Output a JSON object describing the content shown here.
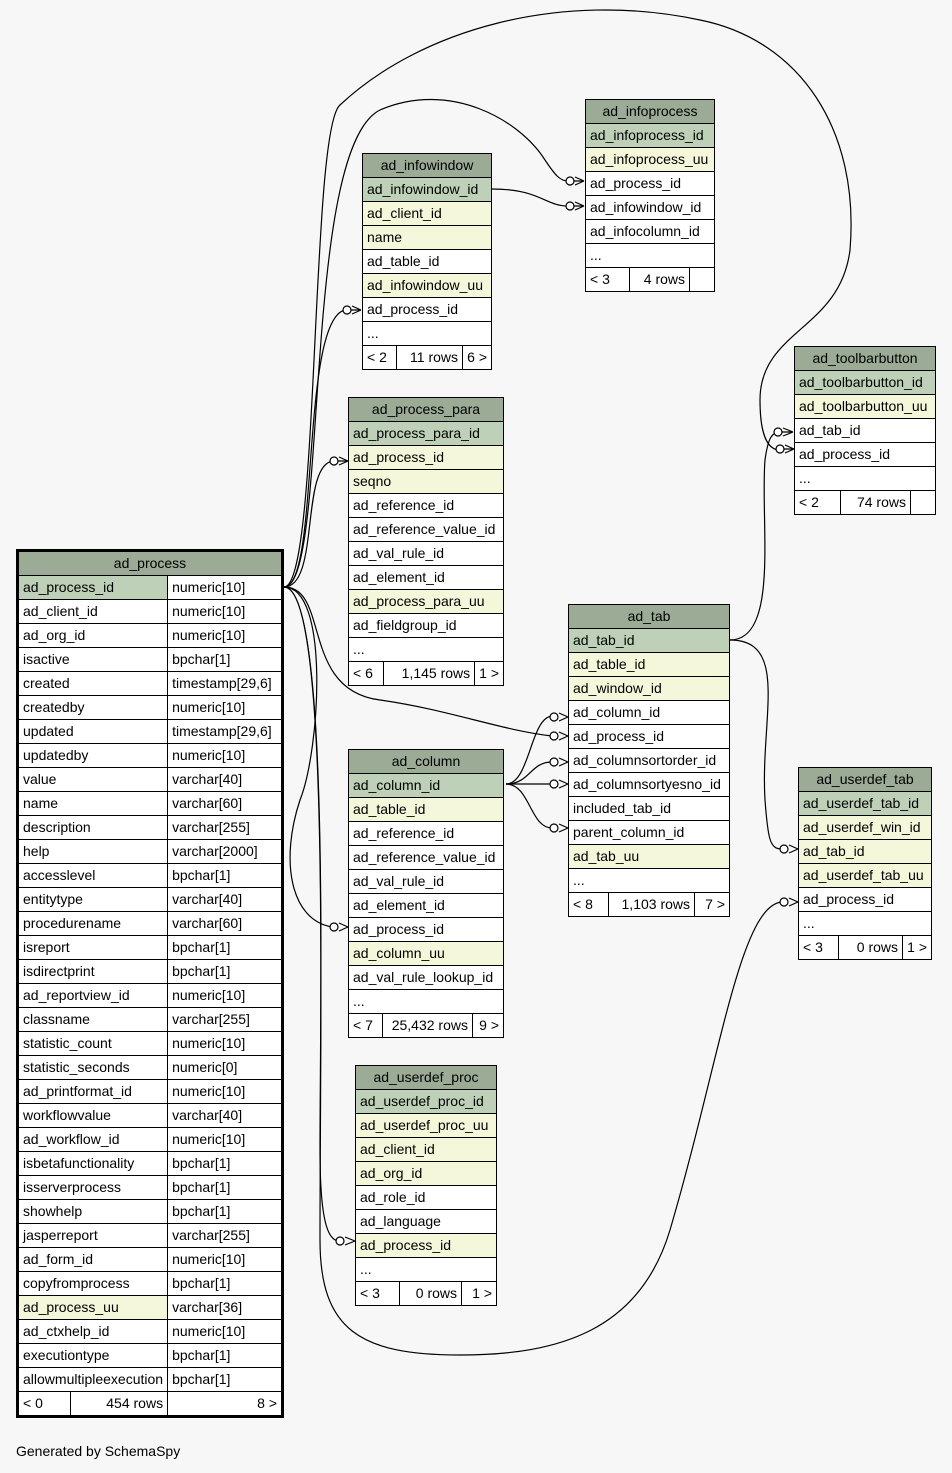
{
  "diagram": {
    "footer": "Generated by SchemaSpy",
    "tables": {
      "ad_process": {
        "name": "ad_process",
        "columns": [
          {
            "name": "ad_process_id",
            "type": "numeric[10]",
            "kind": "pk"
          },
          {
            "name": "ad_client_id",
            "type": "numeric[10]",
            "kind": "plain"
          },
          {
            "name": "ad_org_id",
            "type": "numeric[10]",
            "kind": "plain"
          },
          {
            "name": "isactive",
            "type": "bpchar[1]",
            "kind": "plain"
          },
          {
            "name": "created",
            "type": "timestamp[29,6]",
            "kind": "plain"
          },
          {
            "name": "createdby",
            "type": "numeric[10]",
            "kind": "plain"
          },
          {
            "name": "updated",
            "type": "timestamp[29,6]",
            "kind": "plain"
          },
          {
            "name": "updatedby",
            "type": "numeric[10]",
            "kind": "plain"
          },
          {
            "name": "value",
            "type": "varchar[40]",
            "kind": "plain"
          },
          {
            "name": "name",
            "type": "varchar[60]",
            "kind": "plain"
          },
          {
            "name": "description",
            "type": "varchar[255]",
            "kind": "plain"
          },
          {
            "name": "help",
            "type": "varchar[2000]",
            "kind": "plain"
          },
          {
            "name": "accesslevel",
            "type": "bpchar[1]",
            "kind": "plain"
          },
          {
            "name": "entitytype",
            "type": "varchar[40]",
            "kind": "plain"
          },
          {
            "name": "procedurename",
            "type": "varchar[60]",
            "kind": "plain"
          },
          {
            "name": "isreport",
            "type": "bpchar[1]",
            "kind": "plain"
          },
          {
            "name": "isdirectprint",
            "type": "bpchar[1]",
            "kind": "plain"
          },
          {
            "name": "ad_reportview_id",
            "type": "numeric[10]",
            "kind": "plain"
          },
          {
            "name": "classname",
            "type": "varchar[255]",
            "kind": "plain"
          },
          {
            "name": "statistic_count",
            "type": "numeric[10]",
            "kind": "plain"
          },
          {
            "name": "statistic_seconds",
            "type": "numeric[0]",
            "kind": "plain"
          },
          {
            "name": "ad_printformat_id",
            "type": "numeric[10]",
            "kind": "plain"
          },
          {
            "name": "workflowvalue",
            "type": "varchar[40]",
            "kind": "plain"
          },
          {
            "name": "ad_workflow_id",
            "type": "numeric[10]",
            "kind": "plain"
          },
          {
            "name": "isbetafunctionality",
            "type": "bpchar[1]",
            "kind": "plain"
          },
          {
            "name": "isserverprocess",
            "type": "bpchar[1]",
            "kind": "plain"
          },
          {
            "name": "showhelp",
            "type": "bpchar[1]",
            "kind": "plain"
          },
          {
            "name": "jasperreport",
            "type": "varchar[255]",
            "kind": "plain"
          },
          {
            "name": "ad_form_id",
            "type": "numeric[10]",
            "kind": "plain"
          },
          {
            "name": "copyfromprocess",
            "type": "bpchar[1]",
            "kind": "plain"
          },
          {
            "name": "ad_process_uu",
            "type": "varchar[36]",
            "kind": "idx"
          },
          {
            "name": "ad_ctxhelp_id",
            "type": "numeric[10]",
            "kind": "plain"
          },
          {
            "name": "executiontype",
            "type": "bpchar[1]",
            "kind": "plain"
          },
          {
            "name": "allowmultipleexecution",
            "type": "bpchar[1]",
            "kind": "plain"
          }
        ],
        "footer": {
          "left": "< 0",
          "middle": "454 rows",
          "right": "8 >"
        }
      },
      "ad_infoprocess": {
        "name": "ad_infoprocess",
        "columns": [
          {
            "name": "ad_infoprocess_id",
            "kind": "pk"
          },
          {
            "name": "ad_infoprocess_uu",
            "kind": "idx"
          },
          {
            "name": "ad_process_id",
            "kind": "plain"
          },
          {
            "name": "ad_infowindow_id",
            "kind": "plain"
          },
          {
            "name": "ad_infocolumn_id",
            "kind": "plain"
          },
          {
            "name": "...",
            "kind": "plain"
          }
        ],
        "footer": {
          "left": "< 3",
          "middle": "4 rows",
          "right": ""
        }
      },
      "ad_infowindow": {
        "name": "ad_infowindow",
        "columns": [
          {
            "name": "ad_infowindow_id",
            "kind": "pk"
          },
          {
            "name": "ad_client_id",
            "kind": "idx"
          },
          {
            "name": "name",
            "kind": "idx"
          },
          {
            "name": "ad_table_id",
            "kind": "plain"
          },
          {
            "name": "ad_infowindow_uu",
            "kind": "idx"
          },
          {
            "name": "ad_process_id",
            "kind": "plain"
          },
          {
            "name": "...",
            "kind": "plain"
          }
        ],
        "footer": {
          "left": "< 2",
          "middle": "11 rows",
          "right": "6 >"
        }
      },
      "ad_process_para": {
        "name": "ad_process_para",
        "columns": [
          {
            "name": "ad_process_para_id",
            "kind": "pk"
          },
          {
            "name": "ad_process_id",
            "kind": "idx"
          },
          {
            "name": "seqno",
            "kind": "idx"
          },
          {
            "name": "ad_reference_id",
            "kind": "plain"
          },
          {
            "name": "ad_reference_value_id",
            "kind": "plain"
          },
          {
            "name": "ad_val_rule_id",
            "kind": "plain"
          },
          {
            "name": "ad_element_id",
            "kind": "plain"
          },
          {
            "name": "ad_process_para_uu",
            "kind": "idx"
          },
          {
            "name": "ad_fieldgroup_id",
            "kind": "plain"
          },
          {
            "name": "...",
            "kind": "plain"
          }
        ],
        "footer": {
          "left": "< 6",
          "middle": "1,145 rows",
          "right": "1 >"
        }
      },
      "ad_toolbarbutton": {
        "name": "ad_toolbarbutton",
        "columns": [
          {
            "name": "ad_toolbarbutton_id",
            "kind": "pk"
          },
          {
            "name": "ad_toolbarbutton_uu",
            "kind": "idx"
          },
          {
            "name": "ad_tab_id",
            "kind": "plain"
          },
          {
            "name": "ad_process_id",
            "kind": "plain"
          },
          {
            "name": "...",
            "kind": "plain"
          }
        ],
        "footer": {
          "left": "< 2",
          "middle": "74 rows",
          "right": ""
        }
      },
      "ad_tab": {
        "name": "ad_tab",
        "columns": [
          {
            "name": "ad_tab_id",
            "kind": "pk"
          },
          {
            "name": "ad_table_id",
            "kind": "idx"
          },
          {
            "name": "ad_window_id",
            "kind": "idx"
          },
          {
            "name": "ad_column_id",
            "kind": "plain"
          },
          {
            "name": "ad_process_id",
            "kind": "plain"
          },
          {
            "name": "ad_columnsortorder_id",
            "kind": "plain"
          },
          {
            "name": "ad_columnsortyesno_id",
            "kind": "plain"
          },
          {
            "name": "included_tab_id",
            "kind": "plain"
          },
          {
            "name": "parent_column_id",
            "kind": "plain"
          },
          {
            "name": "ad_tab_uu",
            "kind": "idx"
          },
          {
            "name": "...",
            "kind": "plain"
          }
        ],
        "footer": {
          "left": "< 8",
          "middle": "1,103 rows",
          "right": "7 >"
        }
      },
      "ad_column": {
        "name": "ad_column",
        "columns": [
          {
            "name": "ad_column_id",
            "kind": "pk"
          },
          {
            "name": "ad_table_id",
            "kind": "idx"
          },
          {
            "name": "ad_reference_id",
            "kind": "plain"
          },
          {
            "name": "ad_reference_value_id",
            "kind": "plain"
          },
          {
            "name": "ad_val_rule_id",
            "kind": "plain"
          },
          {
            "name": "ad_element_id",
            "kind": "plain"
          },
          {
            "name": "ad_process_id",
            "kind": "plain"
          },
          {
            "name": "ad_column_uu",
            "kind": "idx"
          },
          {
            "name": "ad_val_rule_lookup_id",
            "kind": "plain"
          },
          {
            "name": "...",
            "kind": "plain"
          }
        ],
        "footer": {
          "left": "< 7",
          "middle": "25,432 rows",
          "right": "9 >"
        }
      },
      "ad_userdef_tab": {
        "name": "ad_userdef_tab",
        "columns": [
          {
            "name": "ad_userdef_tab_id",
            "kind": "pk"
          },
          {
            "name": "ad_userdef_win_id",
            "kind": "idx"
          },
          {
            "name": "ad_tab_id",
            "kind": "idx"
          },
          {
            "name": "ad_userdef_tab_uu",
            "kind": "idx"
          },
          {
            "name": "ad_process_id",
            "kind": "plain"
          },
          {
            "name": "...",
            "kind": "plain"
          }
        ],
        "footer": {
          "left": "< 3",
          "middle": "0 rows",
          "right": "1 >"
        }
      },
      "ad_userdef_proc": {
        "name": "ad_userdef_proc",
        "columns": [
          {
            "name": "ad_userdef_proc_id",
            "kind": "pk"
          },
          {
            "name": "ad_userdef_proc_uu",
            "kind": "idx"
          },
          {
            "name": "ad_client_id",
            "kind": "idx"
          },
          {
            "name": "ad_org_id",
            "kind": "idx"
          },
          {
            "name": "ad_role_id",
            "kind": "plain"
          },
          {
            "name": "ad_language",
            "kind": "plain"
          },
          {
            "name": "ad_process_id",
            "kind": "idx"
          },
          {
            "name": "...",
            "kind": "plain"
          }
        ],
        "footer": {
          "left": "< 3",
          "middle": "0 rows",
          "right": "1 >"
        }
      }
    }
  }
}
